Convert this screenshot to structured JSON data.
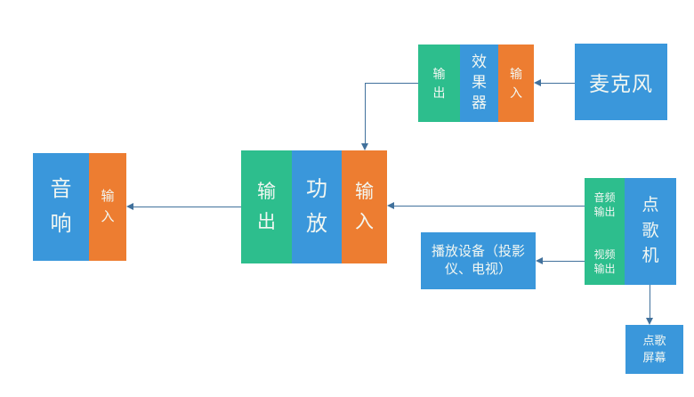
{
  "diagram": {
    "colors": {
      "green": "#2dbe8d",
      "blue": "#3a97db",
      "orange": "#ed7d31",
      "line": "#41719c",
      "text": "#f2f7f2",
      "bg": "#ffffff"
    },
    "nodes": {
      "effects_unit": {
        "output_port": "输\n出",
        "name": "效\n果\n器",
        "input_port": "输\n入"
      },
      "microphone": {
        "label": "麦克风"
      },
      "amplifier": {
        "output_port": "输\n出",
        "name": "功\n放",
        "input_port": "输\n入"
      },
      "speaker": {
        "name": "音\n响",
        "input_port": "输\n入"
      },
      "karaoke_machine": {
        "audio_output_port": "音频\n输出",
        "video_output_port": "视频\n输出",
        "name": "点\n歌\n机"
      },
      "display_device": {
        "label": "播放设备（投影\n仪、电视）"
      },
      "karaoke_screen": {
        "label": "点歌\n屏幕"
      }
    },
    "connections": [
      "microphone -> effects_unit.input",
      "effects_unit.output -> amplifier.input",
      "karaoke_machine.audio_output -> amplifier.input",
      "amplifier.output -> speaker.input",
      "karaoke_machine.video_output -> display_device",
      "karaoke_machine -> karaoke_screen"
    ]
  }
}
